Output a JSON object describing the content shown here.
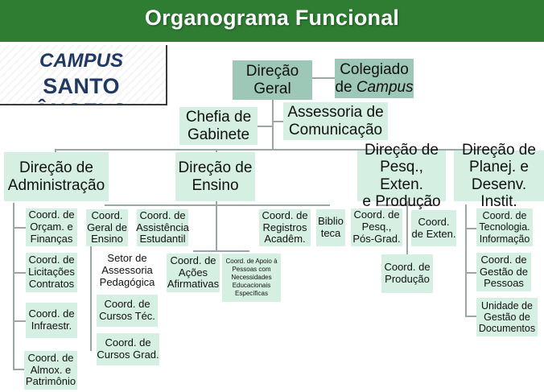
{
  "header": {
    "title": "Organograma Funcional"
  },
  "campus": {
    "line1": "CAMPUS",
    "line2": "SANTO ÂNGELO"
  },
  "colors": {
    "header_green": "#2e7d32",
    "box_fill": "#d5efe3",
    "top_box_fill": "#9dc7b6",
    "campus_text": "#1f3864"
  },
  "top": {
    "direcao_geral": "Direção\nGeral",
    "colegiado": "Colegiado\nde ",
    "colegiado_italic": "Campus",
    "chefia": "Chefia de\nGabinete",
    "assessoria": "Assessoria de\nComunicação"
  },
  "directorates": {
    "administracao": "Direção de\nAdministração",
    "ensino": "Direção de\nEnsino",
    "pesquisa": "Direção de\nPesq., Exten.\ne Produção",
    "planejamento": "Direção de\nPlanej. e\nDesenv. Instit."
  },
  "administracao_units": [
    "Coord. de\nOrçam. e\nFinanças",
    "Coord. de\nLicitações\nContratos",
    "Coord. de\nInfraestr.",
    "Coord. de\nAlmox. e\nPatrimônio"
  ],
  "ensino_units": {
    "geral_ensino": "Coord.\nGeral de\nEnsino",
    "assistencia": "Coord. de\nAssistência\nEstudantil",
    "registros": "Coord. de\nRegistros\nAcadêm.",
    "biblioteca": "Biblio\nteca",
    "acoes": "Coord. de\nAções\nAfirmativas",
    "apoio": "Coord. de Apoio à\nPessoas com\nNecessidades\nEducacionais\nEspecíficas",
    "assessoria_pedagogica": "Setor de\nAssessoria\nPedagógica",
    "cursos_tec": "Coord. de\nCursos Téc.",
    "cursos_grad": "Coord. de\nCursos Grad."
  },
  "pesquisa_units": {
    "pesq_pos": "Coord. de\nPesq.,\nPós-Grad.",
    "extensao": "Coord.\nde Exten.",
    "producao": "Coord. de\nProdução"
  },
  "planejamento_units": [
    "Coord. de\nTecnologia.\nInformação",
    "Coord. de\nGestão de\nPessoas",
    "Unidade de\nGestão de\nDocumentos"
  ]
}
